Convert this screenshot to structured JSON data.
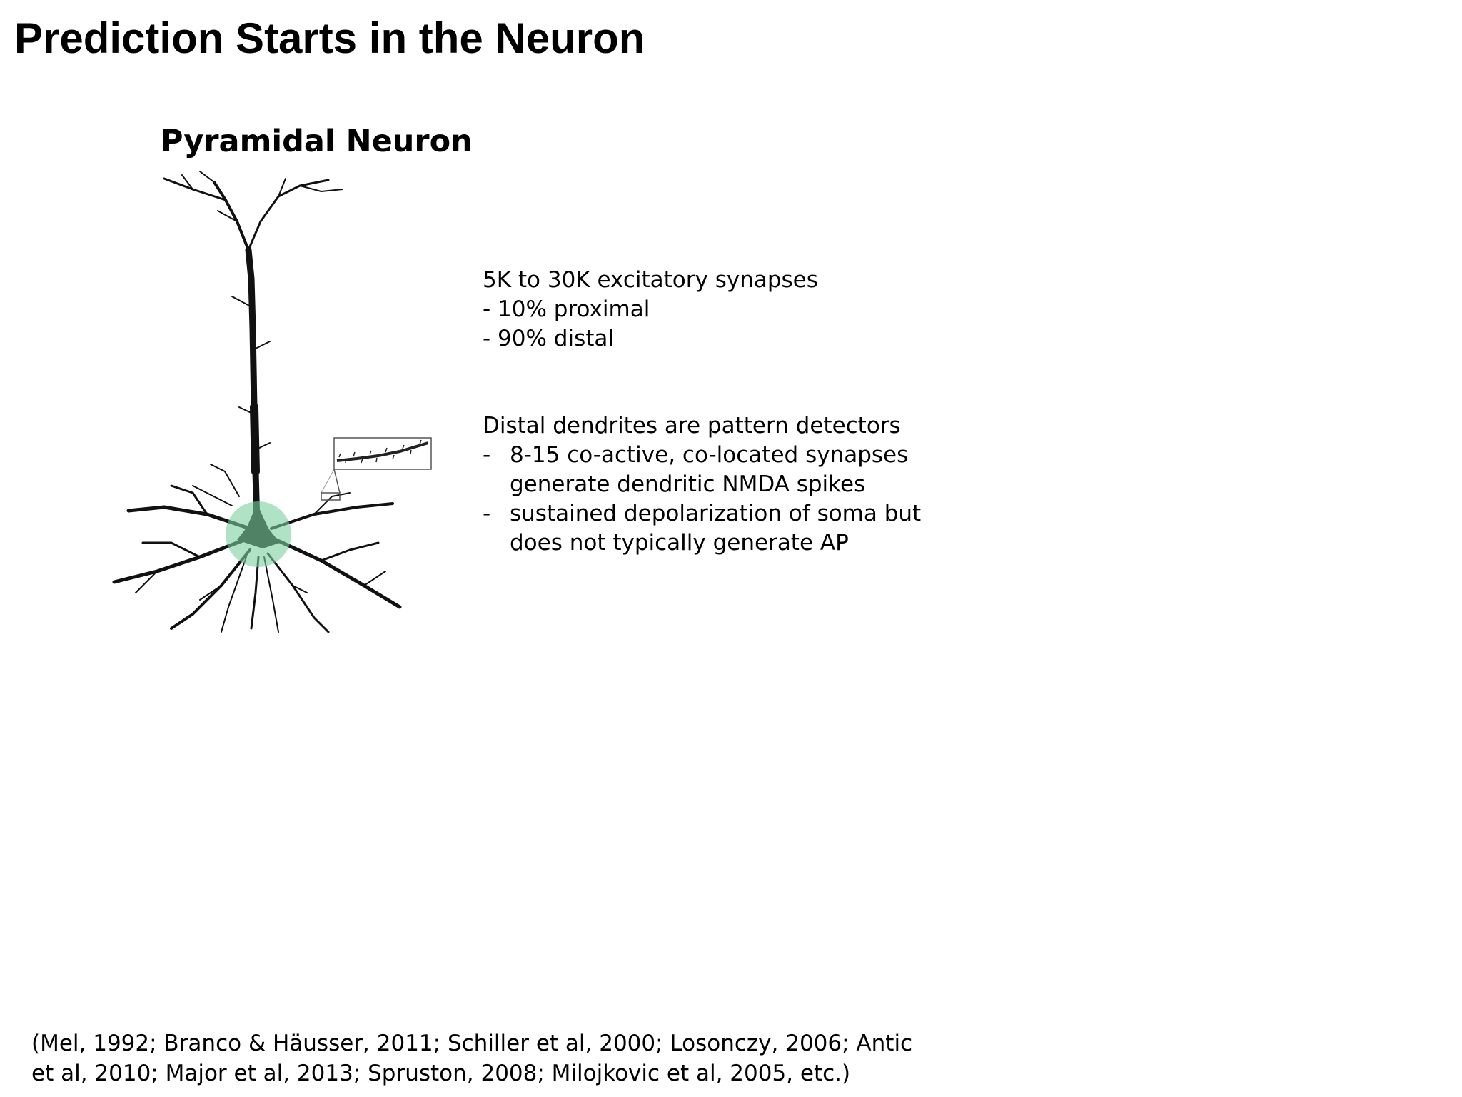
{
  "title": "Prediction Starts in the Neuron",
  "figure": {
    "title": "Pyramidal Neuron",
    "icons": [
      "pyramidal-neuron-drawing",
      "soma-highlight",
      "dendrite-inset"
    ],
    "colors": {
      "soma_highlight": "#7ccf9f",
      "neuron": "#111111"
    }
  },
  "synapses": {
    "heading": "5K to 30K excitatory synapses",
    "items": [
      "- 10% proximal",
      "- 90% distal"
    ]
  },
  "distal": {
    "heading": "Distal dendrites are pattern detectors",
    "bullets": [
      {
        "dash": "-",
        "line1": "8-15 co-active, co-located synapses",
        "line2": "generate dendritic NMDA spikes"
      },
      {
        "dash": "-",
        "line1": "sustained depolarization of soma but",
        "line2": "does not typically generate AP"
      }
    ]
  },
  "citation": {
    "line1": "(Mel, 1992; Branco & Häusser, 2011; Schiller et al, 2000; Losonczy, 2006; Antic",
    "line2": "et al, 2010; Major et al, 2013; Spruston, 2008; Milojkovic et al, 2005, etc.)"
  }
}
